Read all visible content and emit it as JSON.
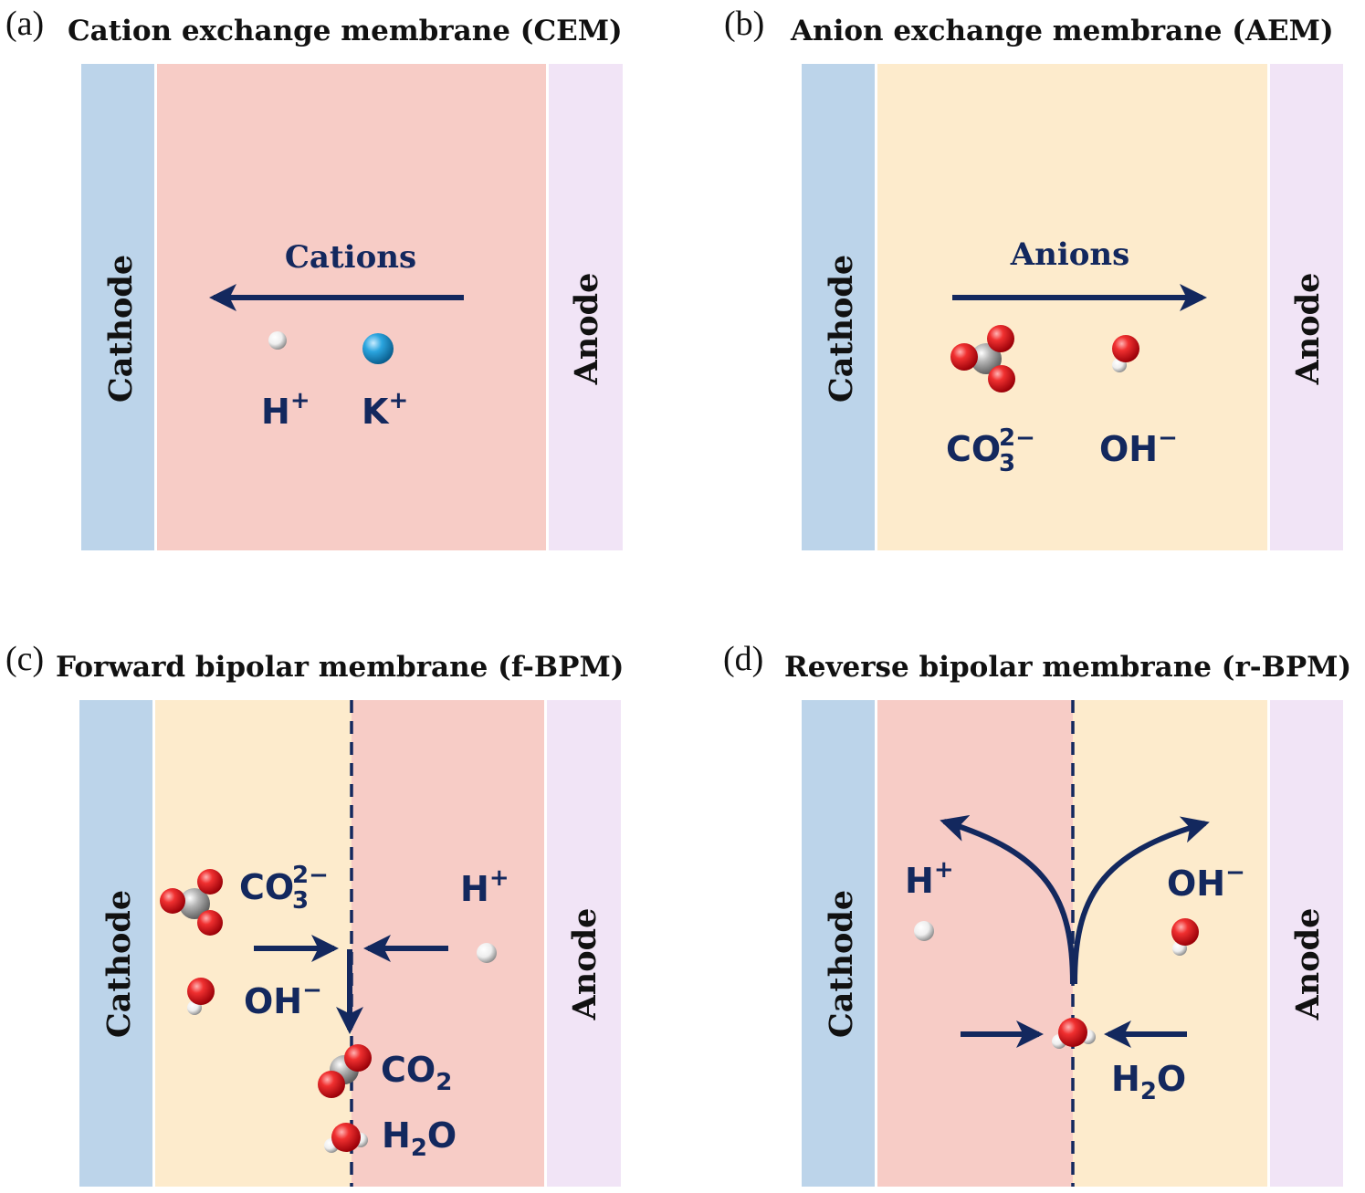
{
  "colors": {
    "cathode": "#bcd4ea",
    "anode": "#f1e4f6",
    "cation_layer": "#f7ccc6",
    "anion_layer": "#fdebcc",
    "arrow": "#13285e",
    "oxygen": "#e8121b",
    "carbon": "#a6a6a6",
    "hydrogen": "#f2f2f2",
    "potassium": "#2ba5df"
  },
  "panels": {
    "a": {
      "letter": "(a)",
      "title": "Cation exchange membrane (CEM)",
      "cathode_label": "Cathode",
      "anode_label": "Anode",
      "flow_label": "Cations",
      "ion_h": "H",
      "ion_h_charge": "+",
      "ion_k": "K",
      "ion_k_charge": "+"
    },
    "b": {
      "letter": "(b)",
      "title": "Anion exchange membrane (AEM)",
      "cathode_label": "Cathode",
      "anode_label": "Anode",
      "flow_label": "Anions",
      "ion_co3": "CO",
      "ion_co3_charge": "2−",
      "ion_co3_sub": "3",
      "ion_oh": "OH",
      "ion_oh_charge": "−"
    },
    "c": {
      "letter": "(c)",
      "title": "Forward bipolar membrane (f-BPM)",
      "cathode_label": "Cathode",
      "anode_label": "Anode",
      "ion_co3": "CO",
      "ion_co3_charge": "2−",
      "ion_co3_sub": "3",
      "ion_oh": "OH",
      "ion_oh_charge": "−",
      "ion_h": "H",
      "ion_h_charge": "+",
      "product_co2": "CO",
      "product_co2_sub": "2",
      "product_h2o_h": "H",
      "product_h2o_sub": "2",
      "product_h2o_o": "O"
    },
    "d": {
      "letter": "(d)",
      "title": "Reverse bipolar membrane (r-BPM)",
      "cathode_label": "Cathode",
      "anode_label": "Anode",
      "ion_h": "H",
      "ion_h_charge": "+",
      "ion_oh": "OH",
      "ion_oh_charge": "−",
      "reactant_h2o_h": "H",
      "reactant_h2o_sub": "2",
      "reactant_h2o_o": "O"
    }
  }
}
